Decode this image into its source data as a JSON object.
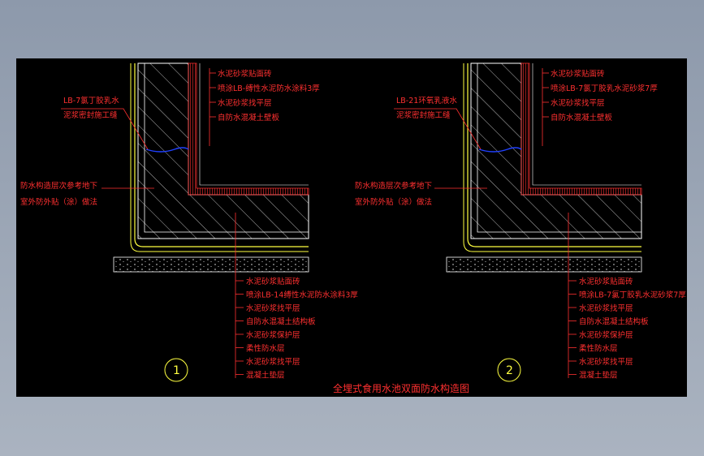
{
  "drawing_title": "全埋式食用水池双面防水构造图",
  "details": [
    {
      "number": "1",
      "left_callout": [
        "LB-7氯丁胶乳水",
        "泥浆密封施工缝"
      ],
      "wall_callout": [
        "防水构造层次参考地下",
        "室外防外贴（涂）做法"
      ],
      "top_labels": [
        "水泥砂浆贴面砖",
        "喷涂LB-缚性水泥防水涂料3厚",
        "水泥砂浆找平层",
        "自防水混凝土壁板"
      ],
      "bottom_labels": [
        "水泥砂浆贴面砖",
        "喷涂LB-14缚性水泥防水涂料3厚",
        "水泥砂浆找平层",
        "自防水混凝土结构板",
        "水泥砂浆保护层",
        "柔性防水层",
        "水泥砂浆找平层",
        "混凝土垫层"
      ]
    },
    {
      "number": "2",
      "left_callout": [
        "LB-21环氧乳液水",
        "泥浆密封施工缝"
      ],
      "wall_callout": [
        "防水构造层次参考地下",
        "室外防外贴（涂）做法"
      ],
      "top_labels": [
        "水泥砂浆贴面砖",
        "喷涂LB-7氯丁胶乳水泥砂浆7厚",
        "水泥砂浆找平层",
        "自防水混凝土壁板"
      ],
      "bottom_labels": [
        "水泥砂浆贴面砖",
        "喷涂LB-7氯丁胶乳水泥砂浆7厚",
        "水泥砂浆找平层",
        "自防水混凝土结构板",
        "水泥砂浆保护层",
        "柔性防水层",
        "水泥砂浆找平层",
        "混凝土垫层"
      ]
    }
  ],
  "colors": {
    "background": "#000000",
    "label": "#ff3030",
    "membrane": "#ffff40",
    "structure": "#ffffff",
    "seal": "#2040ff"
  }
}
